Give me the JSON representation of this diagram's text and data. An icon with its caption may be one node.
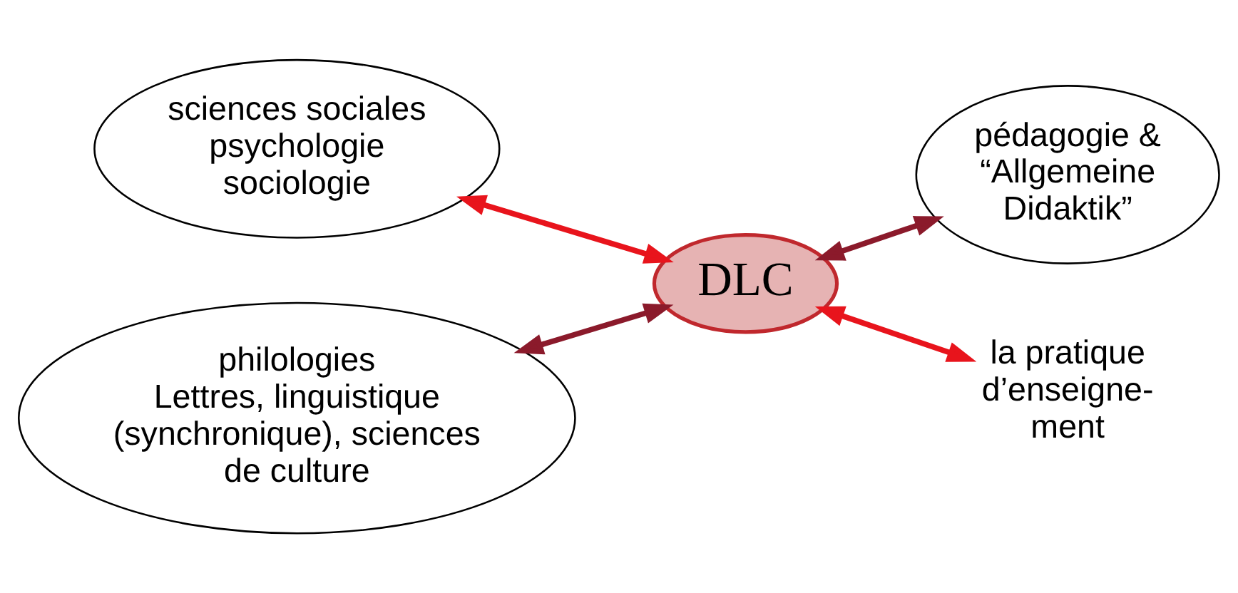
{
  "diagram": {
    "nodes": [
      {
        "text": [
          "DLC"
        ]
      },
      {
        "text": [
          "sciences sociales",
          "psychologie",
          "sociologie"
        ]
      },
      {
        "text": [
          "pédagogie & “Allgemeine Didaktik”"
        ]
      },
      {
        "text": [
          "philologies",
          "Lettres, linguistique (synchronique), sciences de culture"
        ]
      },
      {
        "text": [
          "la pratique d’enseigne- ment"
        ]
      }
    ],
    "edges": [
      {
        "from": 1,
        "to": 0,
        "arrow": "both",
        "color": "#e8141c"
      },
      {
        "from": 0,
        "to": 2,
        "arrow": "both",
        "color": "#8b1a2b"
      },
      {
        "from": 3,
        "to": 0,
        "arrow": "both",
        "color": "#8b1a2b"
      },
      {
        "from": 0,
        "to": 4,
        "arrow": "both",
        "color": "#e8141c"
      }
    ]
  }
}
